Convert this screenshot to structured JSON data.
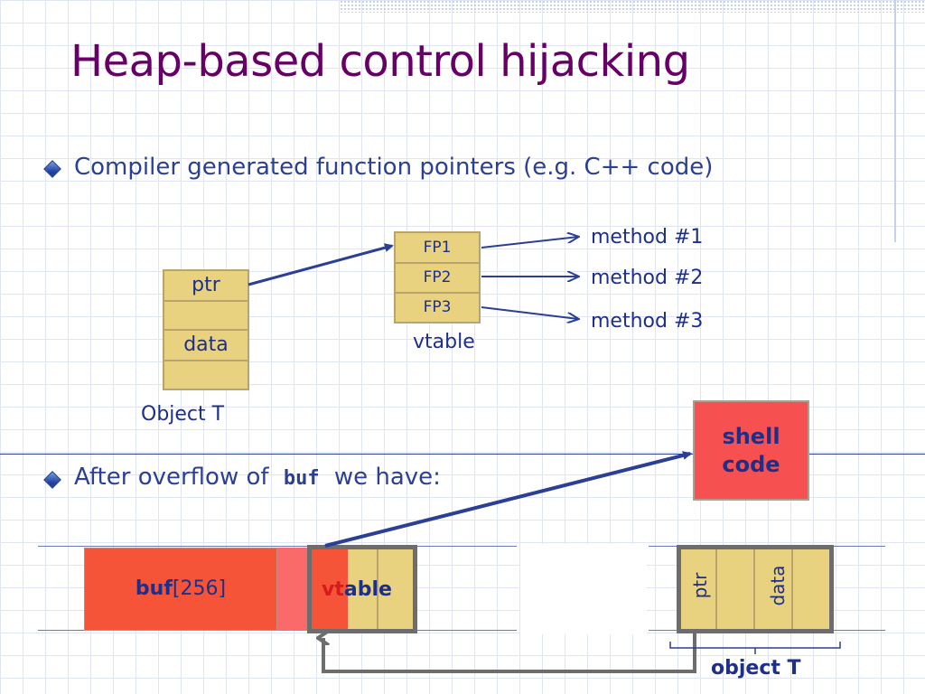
{
  "slide": {
    "title": "Heap-based control hijacking",
    "bullet1": "Compiler generated function pointers   (e.g.  C++ code)",
    "bullet2_prefix": "After overflow of",
    "bullet2_code": "buf",
    "bullet2_suffix": "we have:"
  },
  "diagram_top": {
    "object_cells": [
      "ptr",
      "",
      "data",
      ""
    ],
    "object_label": "Object  T",
    "vtable_cells": [
      "FP1",
      "FP2",
      "FP3"
    ],
    "vtable_label": "vtable",
    "methods": [
      "method #1",
      "method #2",
      "method #3"
    ]
  },
  "diagram_bottom": {
    "shellcode_line1": "shell",
    "shellcode_line2": "code",
    "buf_name": "buf",
    "buf_size": "[256]",
    "vtable_vt": "vt",
    "vtable_rest": "able",
    "ptr_label": "ptr",
    "data_label": "data",
    "object_label": "object T"
  },
  "colors": {
    "title": "#660066",
    "text": "#1e2f8a",
    "cell_fill": "#e8d27f",
    "buf_fill": "#f55439",
    "shellcode_fill": "#f75050",
    "frame": "#6d6d6d"
  }
}
